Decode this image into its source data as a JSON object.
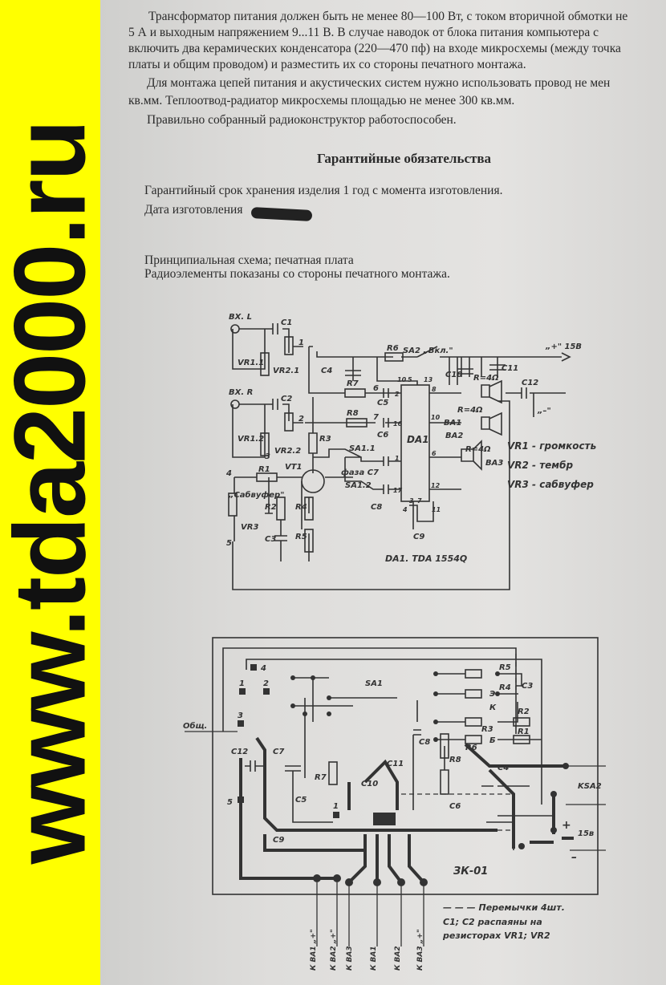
{
  "watermark": "www.tda2000.ru",
  "paragraphs": [
    "Трансформатор питания должен быть не менее 80—100 Вт, с током вторичной обмотки не",
    "5 А и выходным напряжением 9...11 В. В случае наводок от блока питания компьютера с",
    "включить два керамических конденсатора (220—470 пф) на входе микросхемы (между точка",
    "платы и общим проводом) и разместить их со стороны печатного монтажа.",
    "Для монтажа цепей питания и акустических систем нужно использовать провод не мен",
    "кв.мм. Теплоотвод-радиатор микросхемы площадью не менее 300 кв.мм.",
    "Правильно собранный радиоконструктор работоспособен."
  ],
  "warranty": {
    "title": "Гарантийные обязательства",
    "term": "Гарантийный срок хранения изделия 1 год с момента изготовления.",
    "date_label": "Дата изготовления"
  },
  "captions": [
    "Принципиальная схема; печатная плата",
    "Радиоэлементы показаны со стороны печатного монтажа."
  ],
  "schematic": {
    "labels": {
      "inL": "ВХ. L",
      "inR": "ВХ. R",
      "c1": "C1",
      "c2": "C2",
      "c4": "C4",
      "c5": "C5",
      "c6": "C6",
      "c7": "C7",
      "c8": "C8",
      "c9": "C9",
      "c10": "C10",
      "c11": "C11",
      "c12": "C12",
      "c3": "C3",
      "r1": "R1",
      "r2": "R2",
      "r3": "R3",
      "r4": "R4",
      "r5": "R5",
      "r6": "R6",
      "r7": "R7",
      "r8": "R8",
      "vr11": "VR1.1",
      "vr21": "VR2.1",
      "vr12": "VR1.2",
      "vr22": "VR2.2",
      "vr3": "VR3",
      "vt1": "VT1",
      "sa11": "SA1.1",
      "sa12": "SA1.2",
      "faza": "фаза С7",
      "sa2": "SA2 „Вкл.\"",
      "plus15": "„+\" 15В",
      "minus": "„–\"",
      "da1": "DA1",
      "ba1": "BA1",
      "ba2": "BA2",
      "ba3": "BA3",
      "r4a": "R=4Ω",
      "r4b": "R=4Ω",
      "r4c": "R=4Ω",
      "sub": "„Сабвуфер\"",
      "chip": "DA1. TDA 1554Q",
      "n1": "1",
      "n2": "2",
      "n3": "3",
      "n4": "4",
      "n5": "5",
      "n6": "6",
      "n7": "7",
      "p10": "10",
      "p5": "5",
      "p13": "13",
      "p2": "2",
      "p16": "16",
      "p1": "1",
      "p17": "17",
      "p4": "4",
      "p3": "3",
      "p7b": "7",
      "p11": "11",
      "p8": "8",
      "p10b": "10",
      "p6": "6",
      "p12": "12"
    },
    "legend": [
      "VR1 - громкость",
      "VR2 - тембр",
      "VR3 - сабвуфер"
    ]
  },
  "pcb": {
    "labels": {
      "obsh": "Общ.",
      "sa1": "SA1",
      "ksa2": "KSA2",
      "v15": "15в",
      "plus": "+",
      "minus": "–",
      "board": "ЗК-01",
      "c3": "C3",
      "r5": "R5",
      "r4": "R4",
      "r2": "R2",
      "r1": "R1",
      "r3": "R3",
      "r6": "R6",
      "c4": "C4",
      "c8": "C8",
      "r8": "R8",
      "c6": "C6",
      "c11": "C11",
      "c10": "C10",
      "r7": "R7",
      "c5": "C5",
      "c7": "C7",
      "c12": "C12",
      "c9": "C9",
      "p1": "1",
      "p2": "2",
      "p3": "3",
      "p4": "4",
      "p5": "5",
      "p1b": "1",
      "pe": "Э",
      "pk": "К",
      "pb": "Б"
    },
    "outputs": [
      "К ВА1 „+\"",
      "К ВА2 „+\"",
      "К ВА3",
      "К ВА1",
      "К ВА2",
      "К ВА3 „+\""
    ],
    "notes": [
      "— — — Перемычки 4шт.",
      "С1; С2 распаяны на",
      "резисторах VR1; VR2"
    ]
  }
}
